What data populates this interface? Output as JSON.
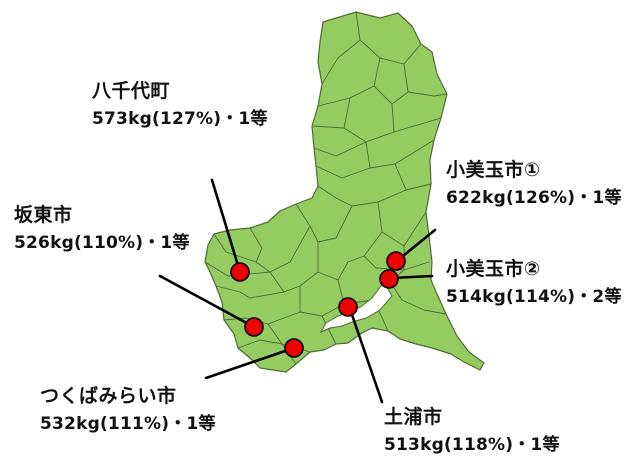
{
  "colors": {
    "land": "#94cc62",
    "border": "#4f6b33",
    "marker": "#ee0000",
    "marker_stroke": "#000000",
    "leader": "#000000",
    "lake": "#ffffff"
  },
  "sites": [
    {
      "id": "yachiyo",
      "name": "八千代町",
      "value": "573kg(127%)・1等"
    },
    {
      "id": "bando",
      "name": "坂東市",
      "value": "526kg(110%)・1等"
    },
    {
      "id": "omitama1",
      "name": "小美玉市①",
      "value": "622kg(126%)・1等"
    },
    {
      "id": "omitama2",
      "name": "小美玉市②",
      "value": "514kg(114%)・2等"
    },
    {
      "id": "tsukuba",
      "name": "つくばみらい市",
      "value": "532kg(111%)・1等"
    },
    {
      "id": "tsuchiura",
      "name": "土浦市",
      "value": "513kg(118%)・1等"
    }
  ]
}
